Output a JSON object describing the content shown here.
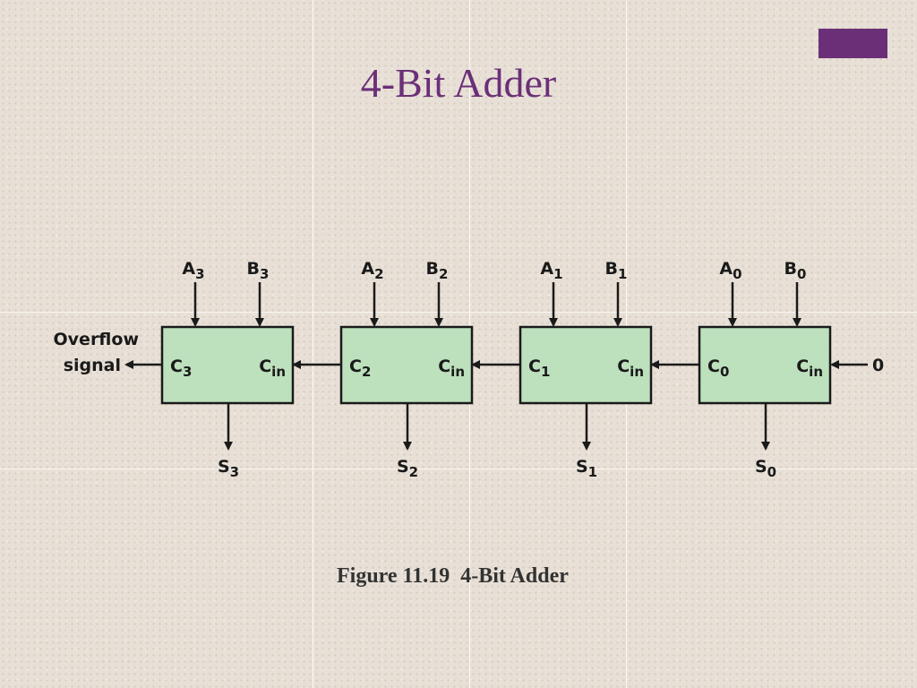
{
  "slide": {
    "title": "4-Bit Adder",
    "accent_color": "#6b2f78"
  },
  "diagram": {
    "adder_fill": "#bde0bd",
    "overflow_label_line1": "Overflow",
    "overflow_label_line2": "signal",
    "carry_in_value": "0",
    "cin_label": {
      "base": "C",
      "sub": "in"
    },
    "stages": [
      {
        "a": {
          "base": "A",
          "sub": "3"
        },
        "b": {
          "base": "B",
          "sub": "3"
        },
        "carry": {
          "base": "C",
          "sub": "3"
        },
        "sum": {
          "base": "S",
          "sub": "3"
        }
      },
      {
        "a": {
          "base": "A",
          "sub": "2"
        },
        "b": {
          "base": "B",
          "sub": "2"
        },
        "carry": {
          "base": "C",
          "sub": "2"
        },
        "sum": {
          "base": "S",
          "sub": "2"
        }
      },
      {
        "a": {
          "base": "A",
          "sub": "1"
        },
        "b": {
          "base": "B",
          "sub": "1"
        },
        "carry": {
          "base": "C",
          "sub": "1"
        },
        "sum": {
          "base": "S",
          "sub": "1"
        }
      },
      {
        "a": {
          "base": "A",
          "sub": "0"
        },
        "b": {
          "base": "B",
          "sub": "0"
        },
        "carry": {
          "base": "C",
          "sub": "0"
        },
        "sum": {
          "base": "S",
          "sub": "0"
        }
      }
    ]
  },
  "caption": "Figure 11.19  4-Bit Adder"
}
